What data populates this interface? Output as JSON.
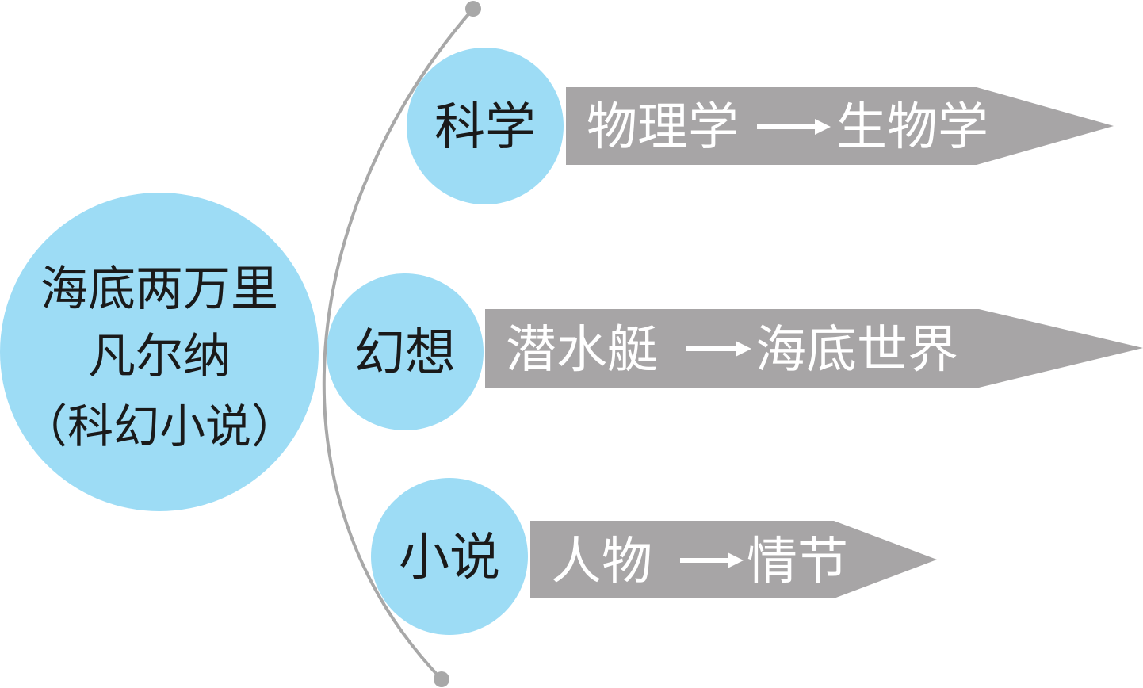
{
  "colors": {
    "circle": "#9ddcf5",
    "arrow": "#a7a5a6",
    "arc": "#a8a8a8",
    "text_dark": "#1a1a1a",
    "text_light": "#ffffff"
  },
  "center": {
    "line1": "海底两万里",
    "line2": "凡尔纳",
    "line3": "（科幻小说）"
  },
  "branches": [
    {
      "label": "科学",
      "from": "物理学",
      "to": "生物学"
    },
    {
      "label": "幻想",
      "from": "潜水艇",
      "to": "海底世界"
    },
    {
      "label": "小说",
      "from": "人物",
      "to": "情节"
    }
  ]
}
